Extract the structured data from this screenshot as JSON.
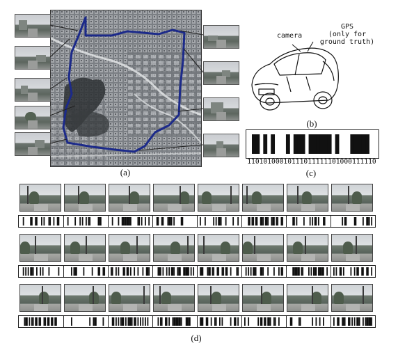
{
  "panels": {
    "a": "(a)",
    "b": "(b)",
    "c": "(c)",
    "d": "(d)"
  },
  "car_labels": {
    "camera": "camera",
    "gps_line1": "GPS",
    "gps_line2": "(only for",
    "gps_line3": "ground truth)"
  },
  "bit_code": "11010100010111011111101000111110",
  "colors": {
    "route": "#1c2a8a",
    "map_bg": "#8d9094",
    "ink": "#111111"
  },
  "grid": {
    "rows": 3,
    "cols": 8
  }
}
